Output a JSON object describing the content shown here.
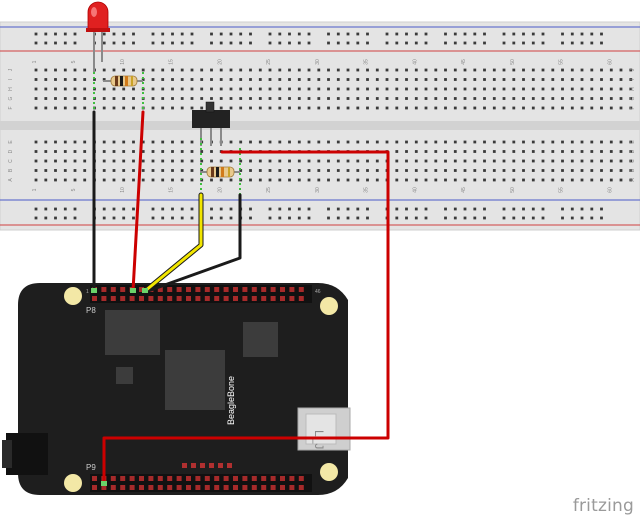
{
  "breadboard": {
    "column_numbers": [
      "1",
      "5",
      "10",
      "15",
      "20",
      "25",
      "30",
      "35",
      "40",
      "45",
      "50",
      "55",
      "60"
    ],
    "row_letters_top": [
      "J",
      "I",
      "H",
      "G",
      "F"
    ],
    "row_letters_bottom": [
      "E",
      "D",
      "C",
      "B",
      "A"
    ]
  },
  "board": {
    "name": "BeagleBone",
    "header_p8": "P8",
    "header_p9": "P9",
    "pin_label_left": "1",
    "pin_label_right": "46",
    "color": "#1e1e1e"
  },
  "wires": {
    "red": "#cc0000",
    "black": "#1a1a1a",
    "yellow": "#f2e600"
  },
  "branding": "fritzing"
}
